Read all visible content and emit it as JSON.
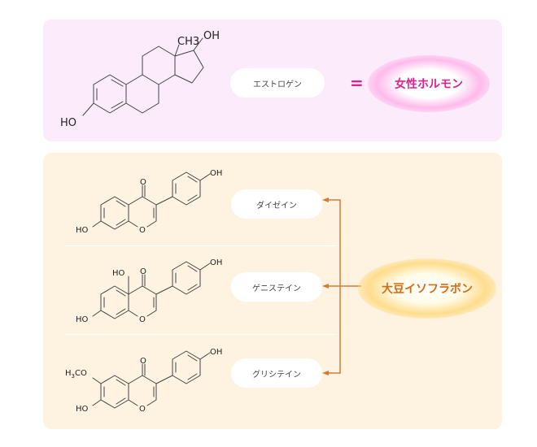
{
  "estrogen": {
    "label": "エストロゲン",
    "equals": "=",
    "hormone_label": "女性ホルモン",
    "atoms": {
      "oh_top": "OH",
      "methyl": "CH3",
      "ho_left": "HO"
    }
  },
  "isoflavones": {
    "group_label": "大豆イソフラボン",
    "items": [
      {
        "label": "ダイゼイン",
        "atoms": {
          "ho": "HO",
          "oh": "OH",
          "o_ring": "O",
          "o_carbonyl": "O"
        }
      },
      {
        "label": "ゲニステイン",
        "atoms": {
          "ho": "HO",
          "ho_top": "HO",
          "oh": "OH",
          "o_ring": "O",
          "o_carbonyl": "O"
        }
      },
      {
        "label": "グリシテイン",
        "atoms": {
          "ho": "HO",
          "h3co_h": "H",
          "h3co_sub": "3",
          "h3co_rest": "CO",
          "oh": "OH",
          "o_ring": "O",
          "o_carbonyl": "O"
        }
      }
    ]
  },
  "colors": {
    "pink_accent": "#e0208c",
    "orange_accent": "#d76b10",
    "bracket": "#d77a30"
  }
}
